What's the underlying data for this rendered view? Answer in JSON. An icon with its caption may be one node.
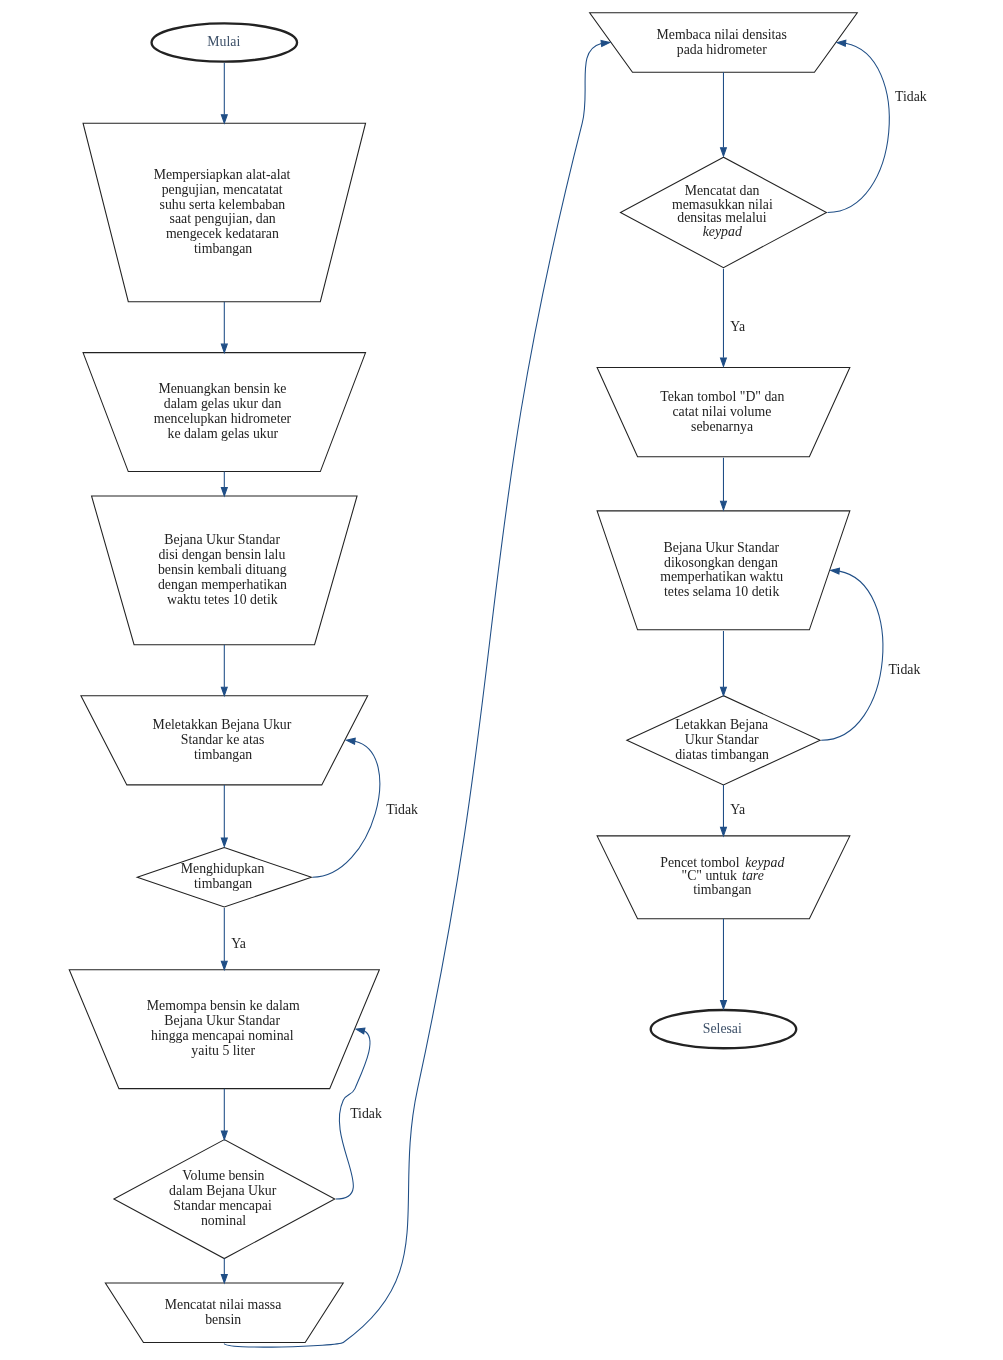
{
  "diagram": {
    "nodes": [
      {
        "text": [
          "Mulai"
        ]
      },
      {
        "text": [
          "Mempersiapkan alat-alat pengujian, mencatatat suhu serta kelembaban saat pengujian, dan mengecek kedataran timbangan"
        ]
      },
      {
        "text": [
          "Menuangkan bensin ke dalam gelas ukur dan mencelupkan hidrometer ke dalam gelas ukur"
        ]
      },
      {
        "text": [
          "Bejana Ukur Standar disi dengan bensin lalu bensin kembali dituang dengan memperhatikan waktu tetes 10 detik"
        ]
      },
      {
        "text": [
          "Meletakkan Bejana Ukur Standar ke atas timbangan"
        ]
      },
      {
        "text": [
          "Menghidupkan timbangan"
        ]
      },
      {
        "text": [
          "Memompa bensin ke dalam Bejana Ukur Standar hingga mencapai nominal yaitu 5 liter"
        ]
      },
      {
        "text": [
          "Volume bensin dalam Bejana Ukur Standar mencapai nominal"
        ]
      },
      {
        "text": [
          "Mencatat nilai massa bensin"
        ]
      },
      {
        "text": [
          "Membaca nilai densitas pada hidrometer"
        ]
      },
      {
        "text": [
          "Mencatat dan memasukkan nilai densitas melalui *keypad*"
        ]
      },
      {
        "text": [
          "Tekan tombol \"D\" dan catat nilai volume sebenarnya"
        ]
      },
      {
        "text": [
          "Bejana Ukur Standar dikosongkan dengan memperhatikan waktu tetes selama 10 detik"
        ]
      },
      {
        "text": [
          "Letakkan Bejana Ukur Standar diatas timbangan"
        ]
      },
      {
        "text": [
          "Pencet tombol *keypad* \"C\" untuk *tare* timbangan"
        ]
      },
      {
        "text": [
          "Selesai"
        ]
      }
    ],
    "edges": [
      {
        "from": 0,
        "to": 1,
        "arrow": "to"
      },
      {
        "from": 1,
        "to": 2,
        "arrow": "to"
      },
      {
        "from": 2,
        "to": 3,
        "arrow": "to"
      },
      {
        "from": 3,
        "to": 4,
        "arrow": "to"
      },
      {
        "from": 4,
        "to": 5,
        "arrow": "to"
      },
      {
        "from": 5,
        "to": 4,
        "arrow": "to",
        "label": "Tidak"
      },
      {
        "from": 5,
        "to": 6,
        "arrow": "to",
        "label": "Ya"
      },
      {
        "from": 6,
        "to": 7,
        "arrow": "to"
      },
      {
        "from": 7,
        "to": 6,
        "arrow": "to",
        "label": "Tidak"
      },
      {
        "from": 7,
        "to": 8,
        "arrow": "to"
      },
      {
        "from": 8,
        "to": 9,
        "arrow": "to"
      },
      {
        "from": 9,
        "to": 10,
        "arrow": "to"
      },
      {
        "from": 10,
        "to": 9,
        "arrow": "to",
        "label": "Tidak"
      },
      {
        "from": 10,
        "to": 11,
        "arrow": "to",
        "label": "Ya"
      },
      {
        "from": 11,
        "to": 12,
        "arrow": "to"
      },
      {
        "from": 12,
        "to": 13,
        "arrow": "to"
      },
      {
        "from": 13,
        "to": 12,
        "arrow": "to",
        "label": "Tidak"
      },
      {
        "from": 13,
        "to": 14,
        "arrow": "to",
        "label": "Ya"
      },
      {
        "from": 14,
        "to": 15,
        "arrow": "to"
      }
    ]
  }
}
